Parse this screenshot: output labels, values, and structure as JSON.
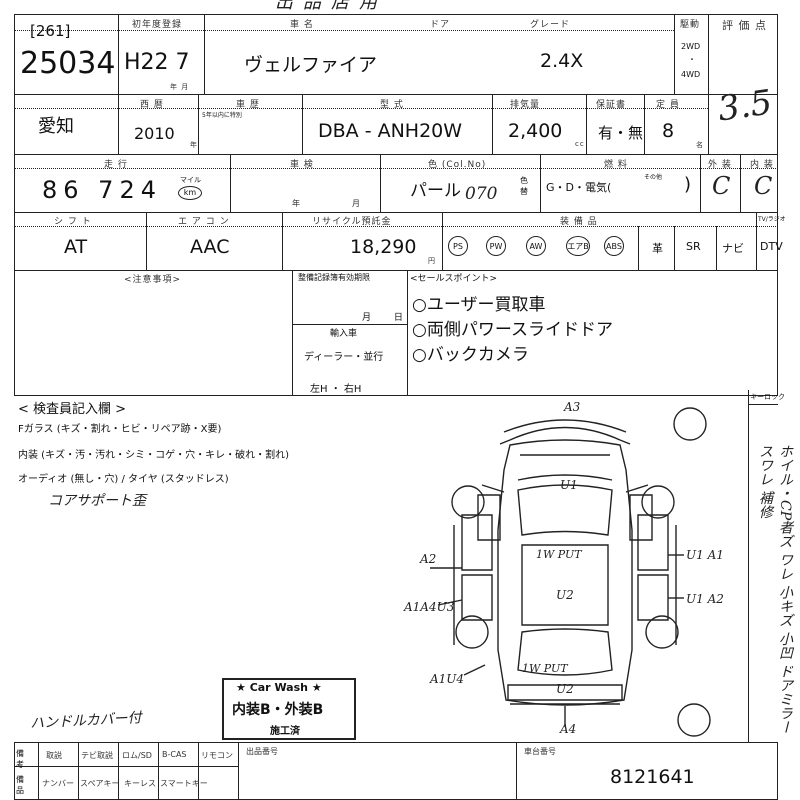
{
  "top_heading": "出品店用",
  "row1": {
    "lot_no": "[261]",
    "lot_number": "25034",
    "reg_label": "初年度登録",
    "reg_sub": "年  月",
    "reg_value": "H22 7",
    "name_label": "車 名",
    "door_label": "ドア",
    "car_name": "ヴェルファイア",
    "grade_label": "グレード",
    "grade": "2.4X",
    "drive_label": "駆動",
    "drive_2wd": "2WD",
    "drive_dot": "・",
    "drive_4wd": "4WD",
    "rating_label": "評 価 点"
  },
  "row2": {
    "prefecture": "愛知",
    "year_label": "西 暦",
    "year": "2010",
    "year_unit": "年",
    "history_label": "車 歴",
    "history_sub": "5年以内に特別",
    "model_label": "型 式",
    "model": "DBA - ANH20W",
    "cc_label": "排気量",
    "displacement": "2,400",
    "cc_unit": "cc",
    "warranty_label": "保証書",
    "warranty": "有・無",
    "capacity_label": "定 員",
    "capacity": "8",
    "capacity_unit": "名",
    "score": "3.5"
  },
  "row3": {
    "mileage_label": "走 行",
    "mileage": "86 724",
    "unit_mile": "マイル",
    "unit_km": "km",
    "shaken_label": "車 検",
    "shaken_year": "年",
    "shaken_month": "月",
    "color_label": "色 (Col.No)",
    "color": "パール",
    "color_code": "070",
    "color_change": "色替",
    "fuel_label": "燃 料",
    "fuel": "G・D・電気(",
    "fuel_other": "その他",
    "fuel_close": ")",
    "exterior_label": "外 装",
    "exterior": "C",
    "interior_label": "内 装",
    "interior": "C"
  },
  "row4": {
    "shift_label": "シ フ ト",
    "shift": "AT",
    "ac_label": "エ ア コ ン",
    "ac": "AAC",
    "recycle_label": "リサイクル預託金",
    "recycle": "18,290",
    "recycle_unit": "円",
    "equipment_label": "装 備 品",
    "equipment": [
      "PS",
      "PW",
      "AW",
      "エアB",
      "ABS",
      "革",
      "SR",
      "ナビ",
      "DTV"
    ],
    "tv_label": "TV/ラジオ"
  },
  "notes": {
    "notes_label": "<注意事項>",
    "inspection_label": "整備記録簿有効期限",
    "until_label": "月 日",
    "import_label": "輸入車",
    "dealer": "ディーラー・並行",
    "handle": "左H ・ 右H",
    "sales_label": "<セールスポイント>",
    "sales_points": [
      "○ユーザー買取車",
      "○両側パワースライドドア",
      "○バックカメラ"
    ]
  },
  "inspection": {
    "title": "< 検査員記入欄 >",
    "lines": [
      "Fガラス (キズ・割れ・ヒビ・リペア跡・X要)",
      "内装 (キズ・汚・汚れ・シミ・コゲ・穴・キレ・破れ・割れ)",
      "オーディオ (無し・穴) / タイヤ (スタッドレス)"
    ],
    "handwritten_1": "コアサポート歪",
    "handwritten_2": "ハンドルカバー付",
    "keyless": "キーロック",
    "side_text": "ホイル・CP者ズ ワレ 小キズ 小凹 ドアミラー スワレ 補修",
    "car_wash_title": "★ Car Wash ★",
    "car_wash_main": "内装B・外装B",
    "car_wash_done": "施工済"
  },
  "diagram": {
    "a3": "A3",
    "u1_top": "U1",
    "a2_left": "A2",
    "a1w2_front": "1W PUT",
    "u2_mid": "U2",
    "u1a1": "U1 A1",
    "a1u1a2": "U1 A2",
    "a1a4u3": "A1A4U3",
    "a1u4": "A1U4",
    "a1w2_rear": "1W PUT",
    "u2_rear": "U2",
    "a4_bottom": "A4"
  },
  "footer": {
    "label_1": "備 考",
    "label_2": "備 品",
    "cells_top": [
      "取説",
      "テビ取説",
      "ロム/SD",
      "B-CAS",
      "リモコン"
    ],
    "cells_bottom": [
      "ナンバー",
      "スペアキー",
      "キーレス",
      "スマートキー"
    ],
    "ship_label": "出品番号",
    "vehicle_label": "車台番号",
    "vehicle_no": "8121641"
  }
}
